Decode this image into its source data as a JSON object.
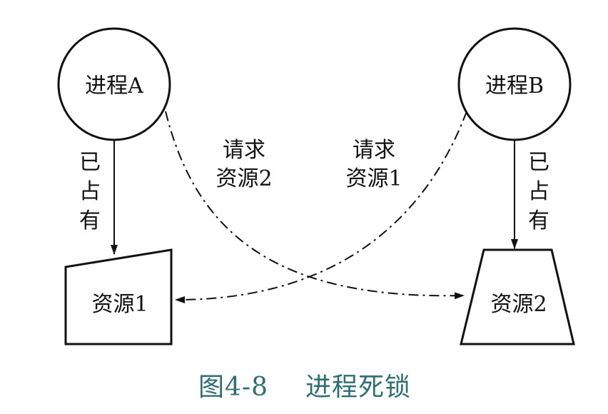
{
  "diagram": {
    "process_a": "进程A",
    "process_b": "进程B",
    "resource_1": "资源1",
    "resource_2": "资源2",
    "held_left": [
      "已",
      "占",
      "有"
    ],
    "held_right": [
      "已",
      "占",
      "有"
    ],
    "request_left": [
      "请求",
      "资源2"
    ],
    "request_right": [
      "请求",
      "资源1"
    ]
  },
  "caption": {
    "figure_no": "图4-8",
    "title": "进程死锁"
  },
  "colors": {
    "line": "#111111",
    "caption": "#2f6f73"
  }
}
